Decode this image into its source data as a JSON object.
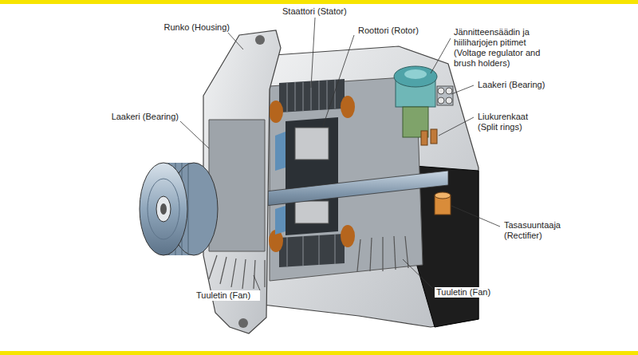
{
  "diagram": {
    "labels": [
      "Runko (Housing)",
      "Staattori (Stator)",
      "Roottori (Rotor)",
      "Jännitteensäädin ja hiiliharjojen pitimet (Voltage regulator and brush holders)",
      "Laakeri (Bearing)",
      "Liukurenkaat (Split rings)",
      "Laakeri (Bearing)",
      "Tasasuuntaaja (Rectifier)",
      "Tuuletin (Fan)",
      "Tuuletin (Fan)"
    ]
  }
}
